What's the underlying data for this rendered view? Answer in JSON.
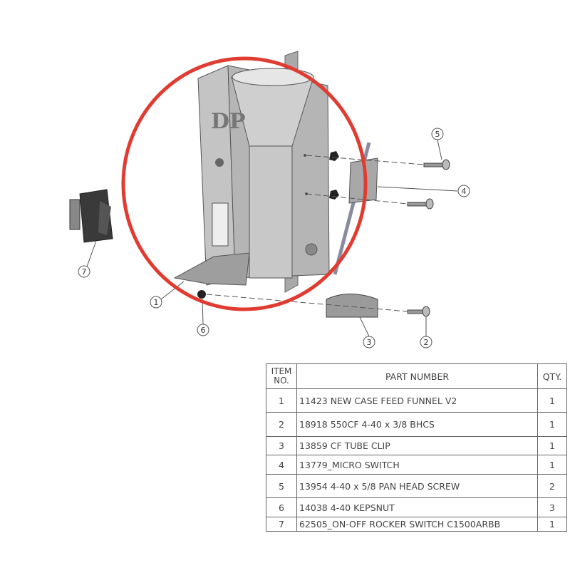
{
  "balloons": [
    "1",
    "2",
    "3",
    "4",
    "5",
    "6",
    "7"
  ],
  "logo": "DP",
  "colors": {
    "highlight_circle": "#e03c31",
    "part_gray": "#b8b8b8"
  },
  "bom": {
    "headers": {
      "item_line1": "ITEM",
      "item_line2": "NO.",
      "part": "PART NUMBER",
      "qty": "QTY."
    },
    "rows": [
      {
        "item": "1",
        "part": "11423 NEW CASE FEED FUNNEL V2",
        "qty": "1"
      },
      {
        "item": "2",
        "part": "18918 550CF 4-40 x 3/8 BHCS",
        "qty": "1"
      },
      {
        "item": "3",
        "part": "13859 CF TUBE CLIP",
        "qty": "1"
      },
      {
        "item": "4",
        "part": "13779_MICRO SWITCH",
        "qty": "1"
      },
      {
        "item": "5",
        "part": "13954 4-40 x 5/8 PAN HEAD SCREW",
        "qty": "2"
      },
      {
        "item": "6",
        "part": "14038 4-40 KEPSNUT",
        "qty": "3"
      },
      {
        "item": "7",
        "part": "62505_ON-OFF ROCKER SWITCH C1500ARBB",
        "qty": "1"
      }
    ]
  }
}
